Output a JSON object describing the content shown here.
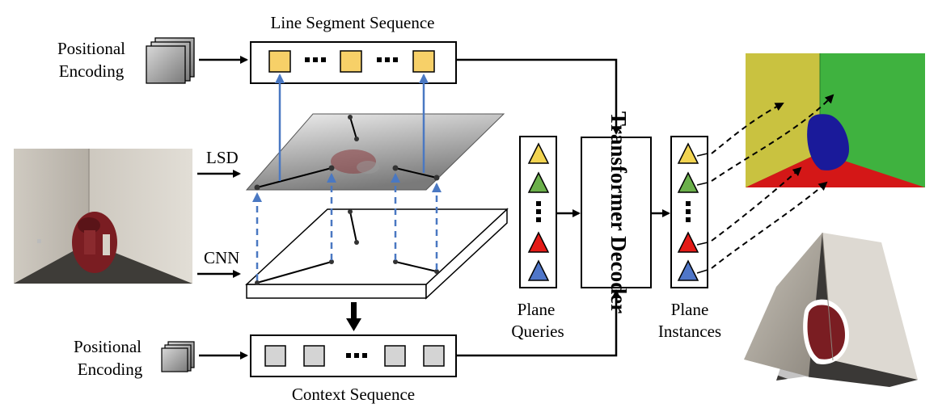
{
  "diagram": {
    "line_segment_sequence_label": "Line Segment Sequence",
    "context_sequence_label": "Context Sequence",
    "pe_top": [
      "Positional",
      "Encoding"
    ],
    "pe_bottom": [
      "Positional",
      "Encoding"
    ],
    "lsd_label": "LSD",
    "cnn_label": "CNN",
    "decoder_label": "Transformer Decoder",
    "plane_queries": [
      "Plane",
      "Queries"
    ],
    "plane_instances": [
      "Plane",
      "Instances"
    ],
    "colors": {
      "segment_token": "#f7d068",
      "context_token": "#d4d4d4",
      "blue_arrow": "#4a78c2",
      "tri_yellow": "#f2d451",
      "tri_green": "#6bb04b",
      "tri_red": "#e41b17",
      "tri_blue": "#4f76c9",
      "plane_yellow": "#c9c240",
      "plane_green": "#3fb23f",
      "plane_red": "#d41717",
      "plane_blue": "#1a1a9a"
    }
  }
}
